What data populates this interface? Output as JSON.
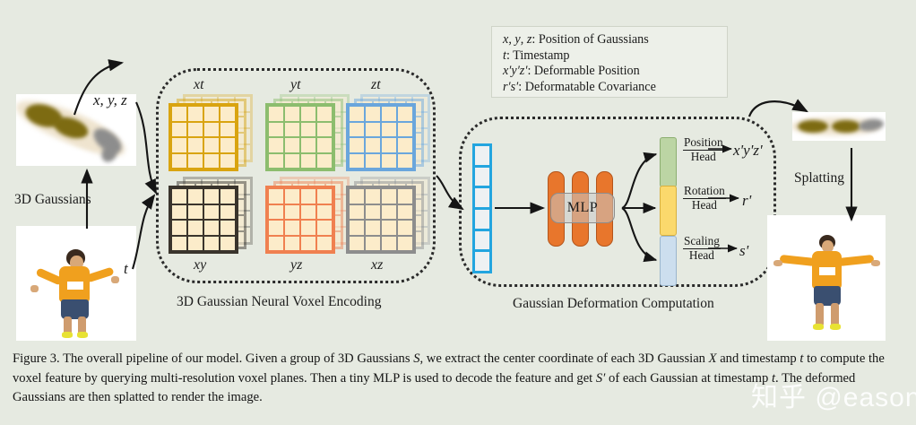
{
  "figure": {
    "background_color": "#e6eae1",
    "caption_label": "Figure 3.",
    "caption_text": "The overall pipeline of our model. Given a group of 3D Gaussians S, we extract the center coordinate of each 3D Gaussian X and timestamp t to compute the voxel feature by querying multi-resolution voxel planes. Then a tiny MLP is used to decode the feature and get S' of each Gaussian at timestamp t. The deformed Gaussians are then splatted to render the image."
  },
  "legend": {
    "lines": [
      "x, y, z: Position of Gaussians",
      "t: Timestamp",
      "x'y'z': Deformable Position",
      "r's': Deformatable Covariance"
    ],
    "border_color": "#cfd4c8",
    "fill_color": "#edf0e9"
  },
  "annotations": {
    "xyz": "x, y, z",
    "t": "t",
    "gaussians_label": "3D Gaussians",
    "splatting_label": "Splatting"
  },
  "sections": {
    "voxel_encoding_label": "3D Gaussian Neural Voxel Encoding",
    "deformation_label": "Gaussian Deformation Computation"
  },
  "voxel_planes": [
    {
      "name": "xt",
      "label": "xt",
      "grid_color": "#d9a410",
      "fill_color": "#fcecca",
      "row": 0,
      "col": 0,
      "label_pos": "top"
    },
    {
      "name": "yt",
      "label": "yt",
      "grid_color": "#8cbd6e",
      "fill_color": "#fcecca",
      "row": 0,
      "col": 1,
      "label_pos": "top"
    },
    {
      "name": "zt",
      "label": "zt",
      "grid_color": "#6aa6dc",
      "fill_color": "#fcecca",
      "row": 0,
      "col": 2,
      "label_pos": "top"
    },
    {
      "name": "xy",
      "label": "xy",
      "grid_color": "#3a342c",
      "fill_color": "#fcecca",
      "row": 1,
      "col": 0,
      "label_pos": "bottom"
    },
    {
      "name": "yz",
      "label": "yz",
      "grid_color": "#f08050",
      "fill_color": "#fcecca",
      "row": 1,
      "col": 1,
      "label_pos": "bottom"
    },
    {
      "name": "xz",
      "label": "xz",
      "grid_color": "#8d8d8d",
      "fill_color": "#fcecca",
      "row": 1,
      "col": 2,
      "label_pos": "bottom"
    }
  ],
  "feature_vector": {
    "name": "voxel-feature-vector",
    "cells": 6,
    "border_color": "#23a5df",
    "fill_color": "#eef1f3"
  },
  "mlp": {
    "label": "MLP",
    "bars": 3,
    "bar_color": "#e8762c",
    "chip_color": "#c8c8c8"
  },
  "heads": [
    {
      "name": "position-head",
      "line1": "Position",
      "line2": "Head",
      "output": "x'y'z'",
      "color": "#bcd5a4"
    },
    {
      "name": "rotation-head",
      "line1": "Rotation",
      "line2": "Head",
      "output": "r'",
      "color": "#fbd96c"
    },
    {
      "name": "scaling-head",
      "line1": "Scaling",
      "line2": "Head",
      "output": "s'",
      "color": "#ccdeee"
    }
  ],
  "images": {
    "input_gaussians_alt": "3D Gaussian blobs on arm",
    "input_person_alt": "person in orange sweater",
    "output_gaussians_alt": "deformed Gaussian blobs",
    "output_person_alt": "rendered person with arms out"
  },
  "watermark": "知乎 @eason"
}
